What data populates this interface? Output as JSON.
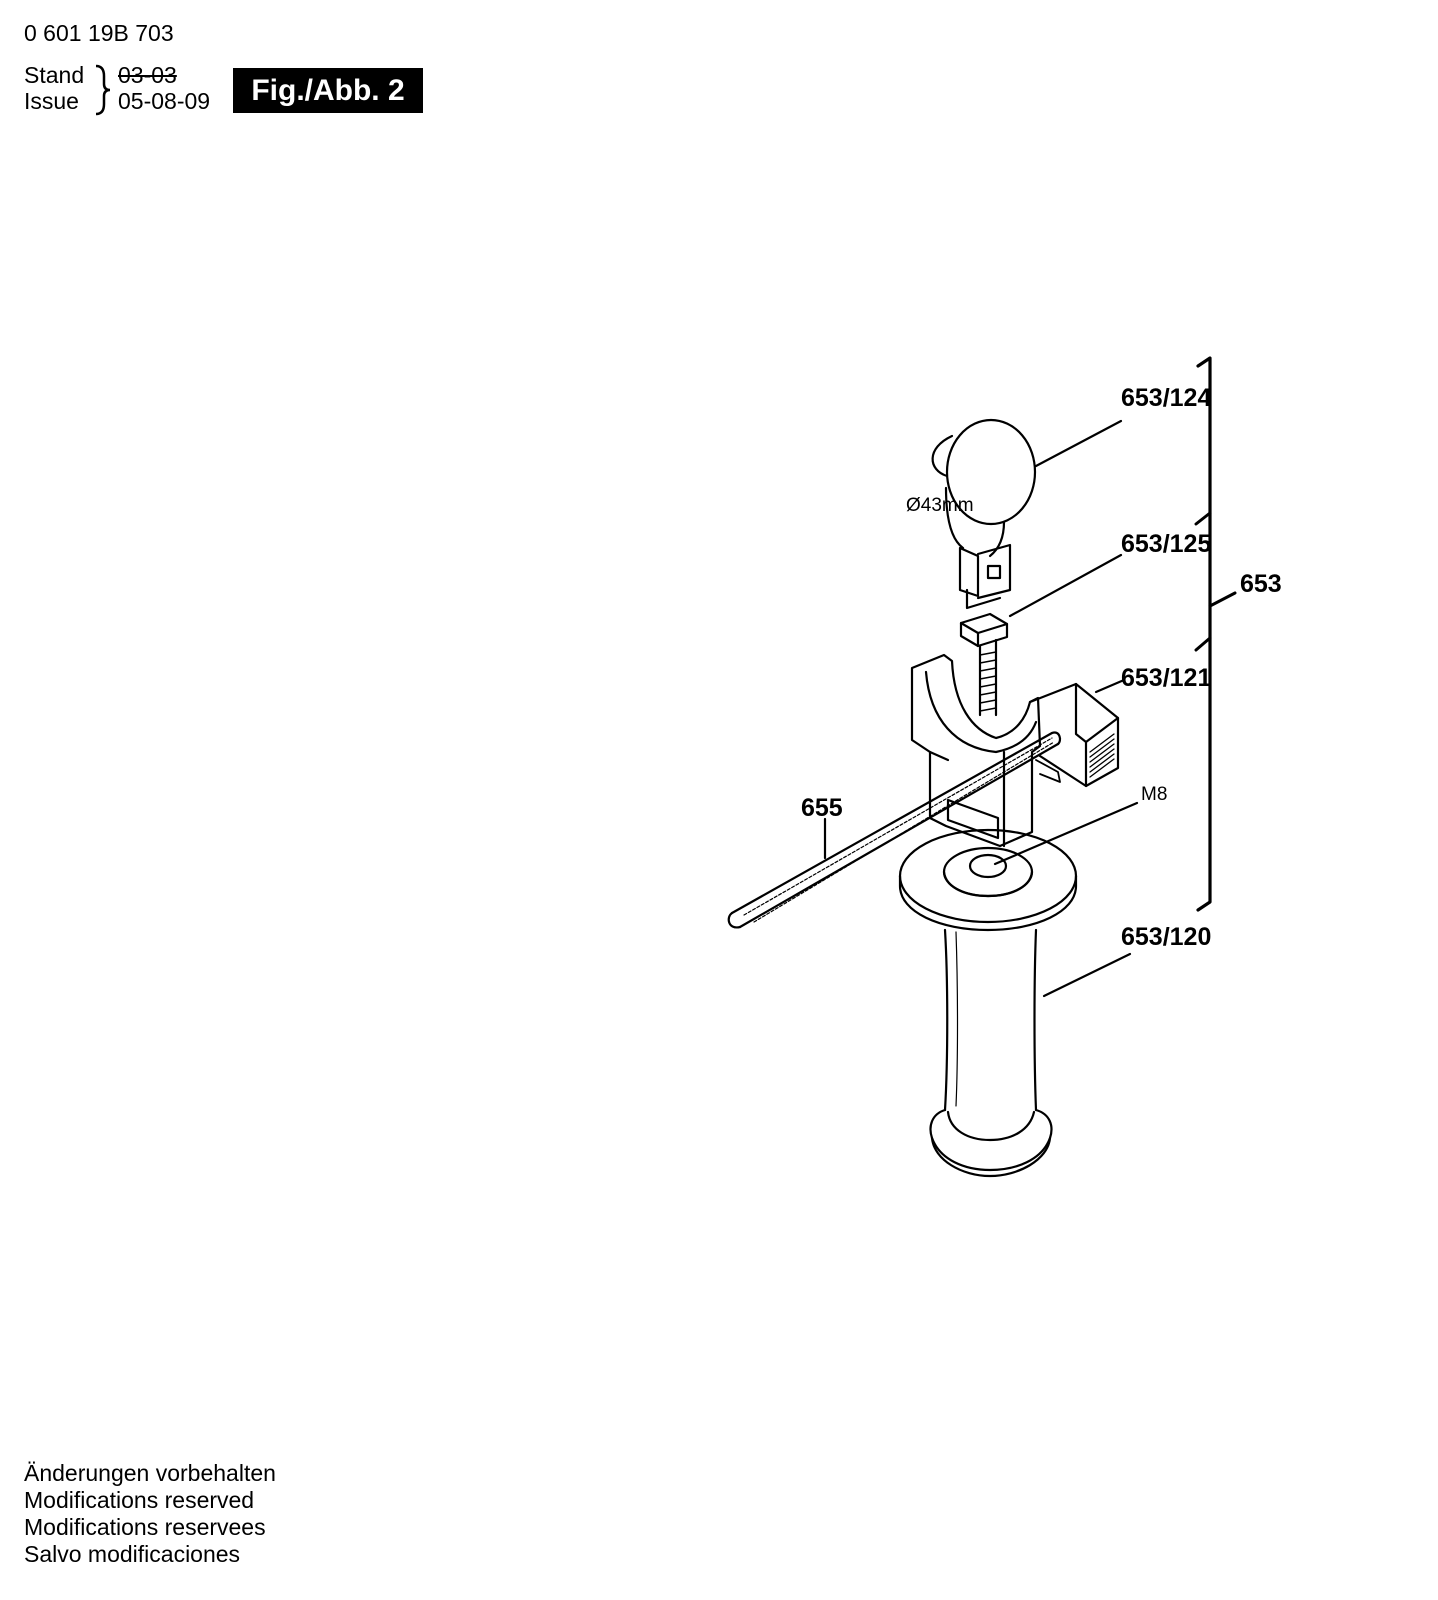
{
  "header": {
    "part_number": "0 601 19B 703",
    "stand_label": "Stand",
    "issue_label": "Issue",
    "old_date": "03-03",
    "issue_date": "05-08-09",
    "figure_label": "Fig./Abb. 2"
  },
  "callouts": {
    "p653_124": "653/124",
    "p653_125": "653/125",
    "p653": "653",
    "p653_121": "653/121",
    "p655": "655",
    "p653_120": "653/120"
  },
  "dimensions": {
    "diameter": "Ø43mm",
    "thread": "M8"
  },
  "footer": {
    "notes": [
      "Änderungen vorbehalten",
      "Modifications reserved",
      "Modifications reservees",
      "Salvo modificaciones"
    ]
  }
}
